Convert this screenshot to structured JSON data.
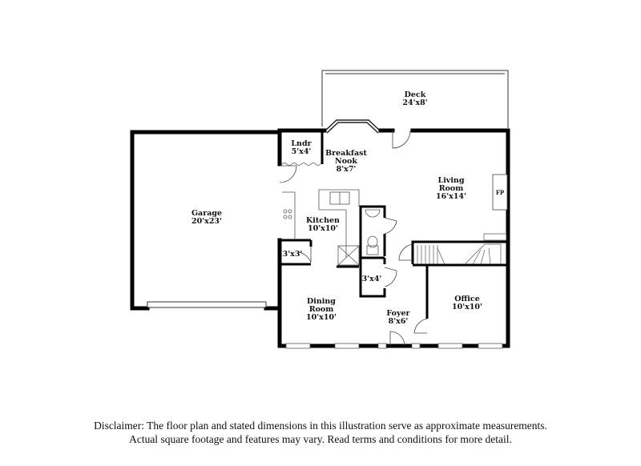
{
  "rooms": {
    "deck": {
      "name": "Deck",
      "dims": "24'x8'"
    },
    "laundry": {
      "name": "Lndr",
      "dims": "5'x4'"
    },
    "breakfast_nook": {
      "name1": "Breakfast",
      "name2": "Nook",
      "dims": "8'x7'"
    },
    "living_room": {
      "name1": "Living",
      "name2": "Room",
      "dims": "16'x14'"
    },
    "fireplace": {
      "name": "FP"
    },
    "garage": {
      "name": "Garage",
      "dims": "20'x23'"
    },
    "kitchen": {
      "name": "Kitchen",
      "dims": "10'x10'"
    },
    "closet_a": {
      "dims": "3'x3'"
    },
    "closet_b": {
      "dims": "3'x4'"
    },
    "dining_room": {
      "name1": "Dining",
      "name2": "Room",
      "dims": "10'x10'"
    },
    "foyer": {
      "name": "Foyer",
      "dims": "8'x6'"
    },
    "office": {
      "name": "Office",
      "dims": "10'x10'"
    }
  },
  "disclaimer": {
    "line1": "Disclaimer: The floor plan and stated dimensions in this illustration serve as approximate measurements.",
    "line2": "Actual square footage and features may vary. Read terms and conditions for more detail."
  }
}
